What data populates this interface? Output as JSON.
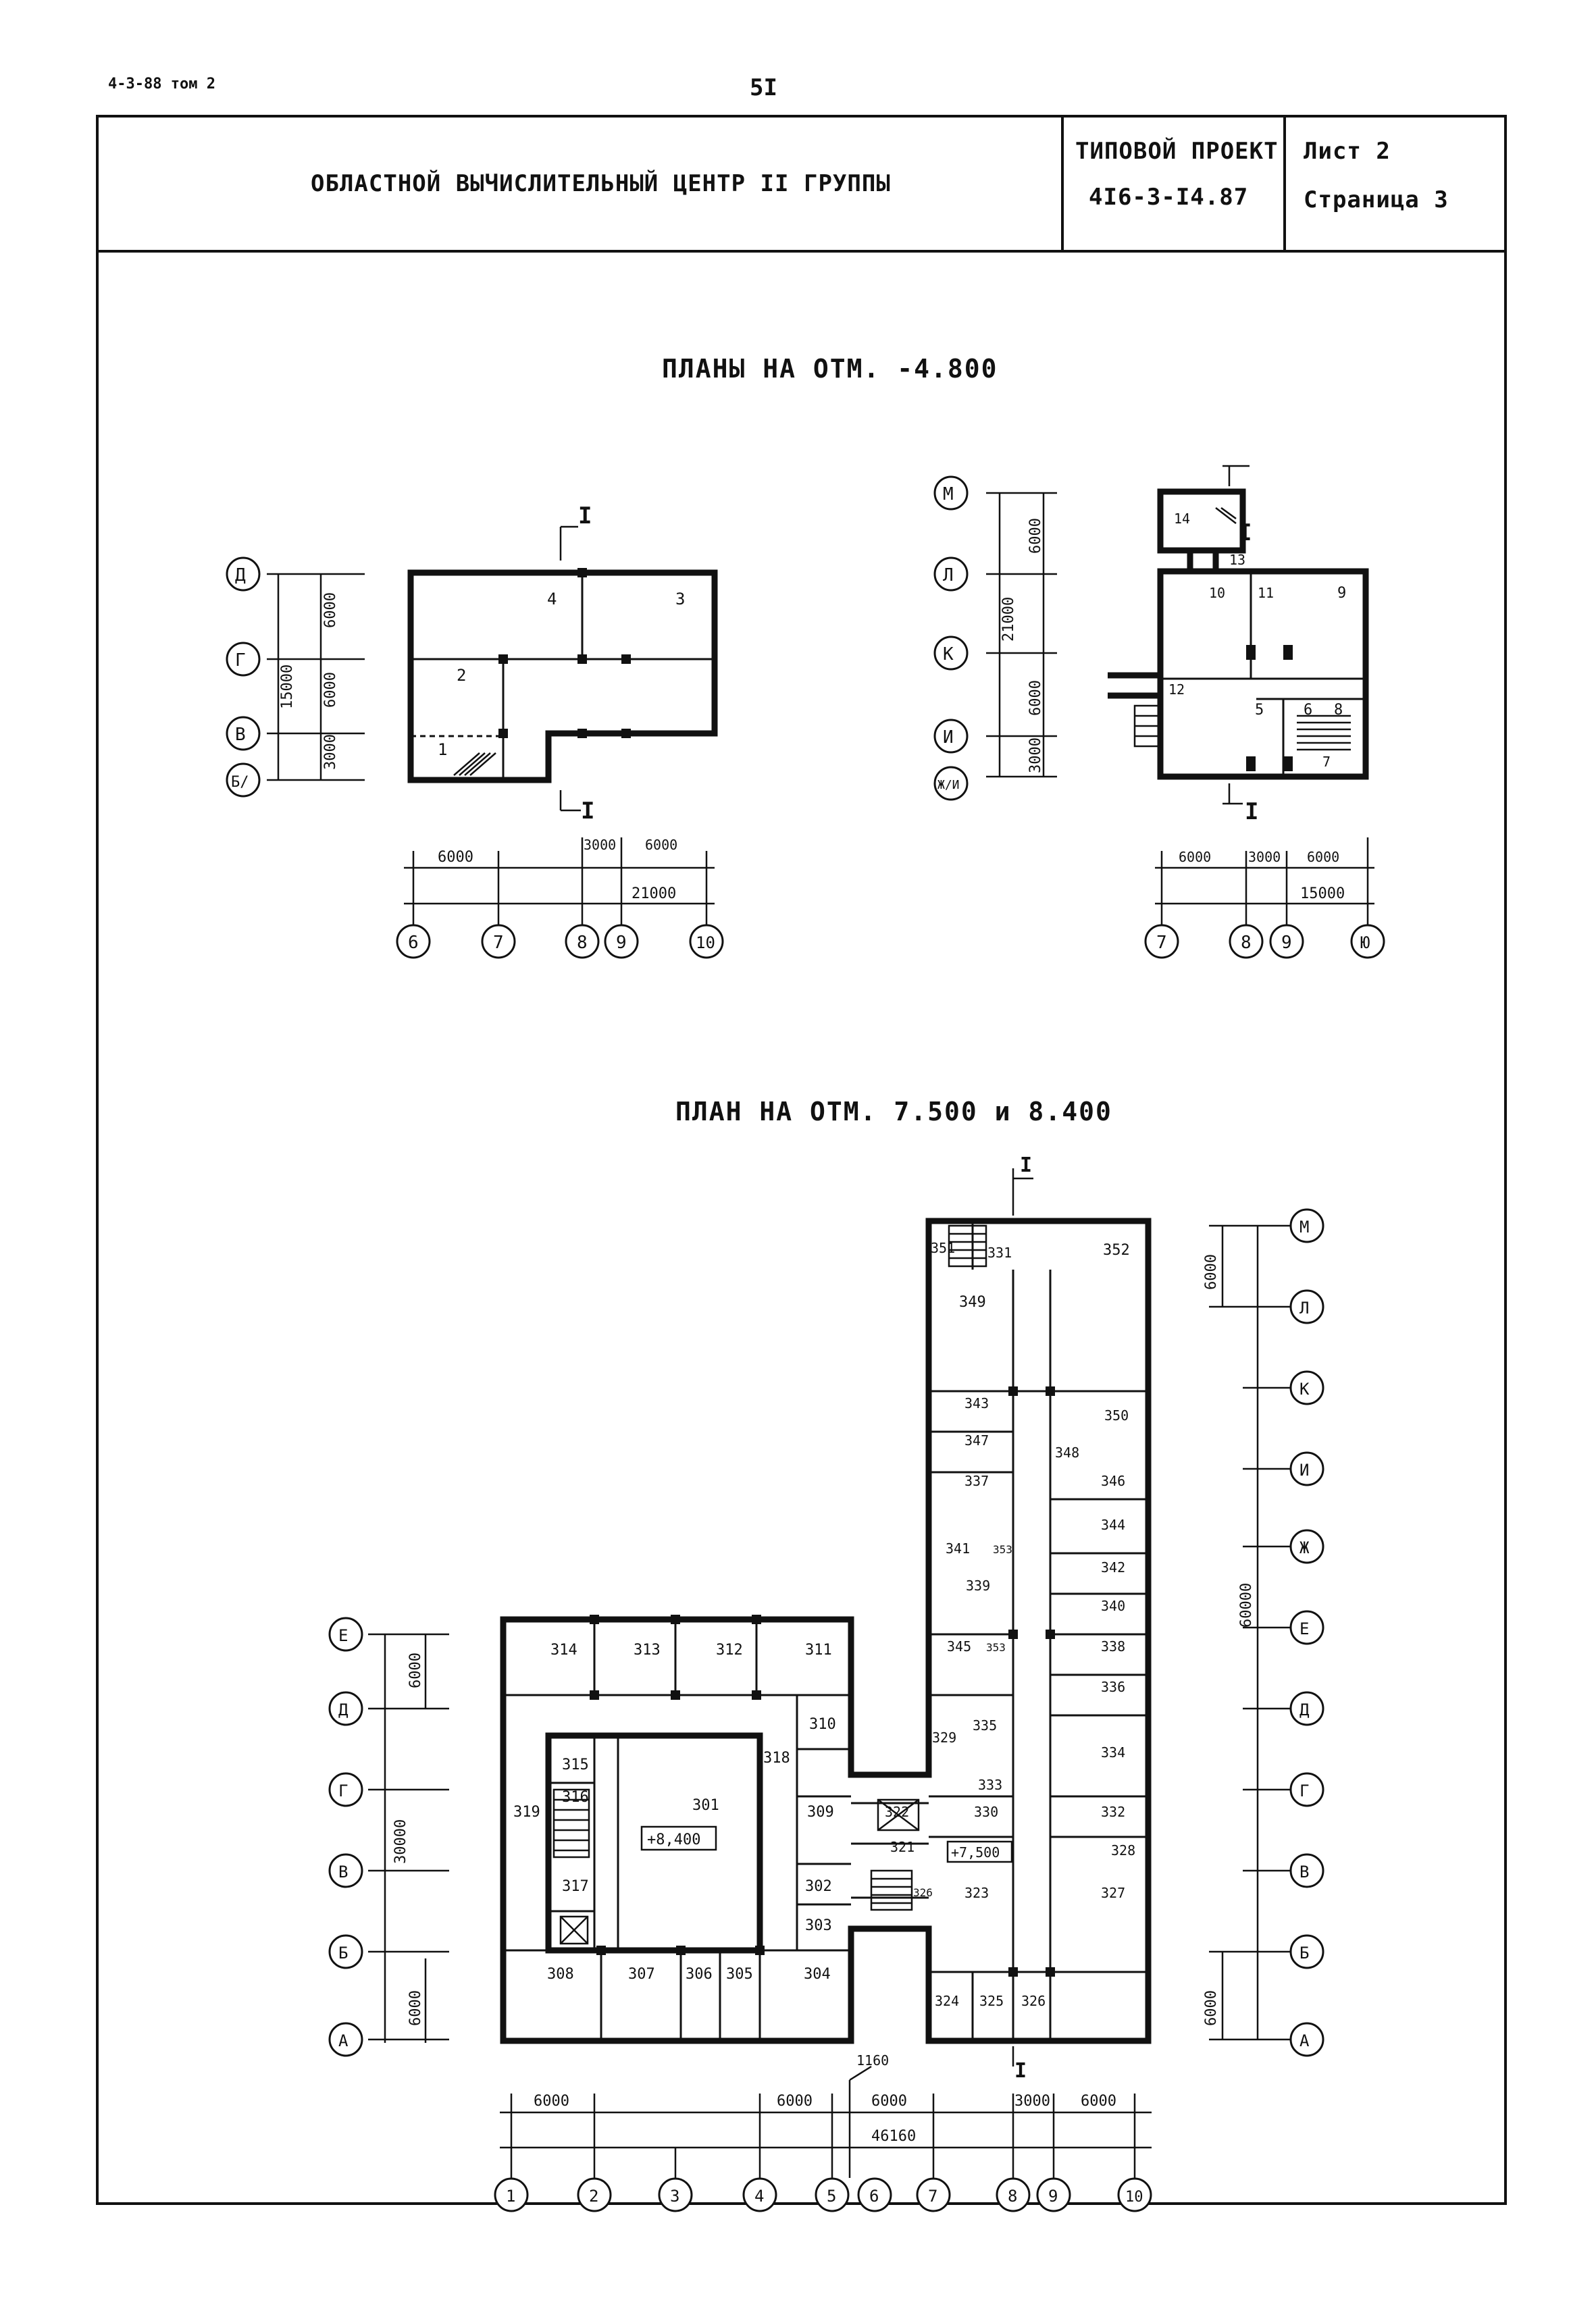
{
  "header": {
    "corner_ref": "4-3-88 том 2",
    "page_number": "5I",
    "title": "ОБЛАСТНОЙ ВЫЧИСЛИТЕЛЬНЫЙ ЦЕНТР II ГРУППЫ",
    "project_label": "ТИПОВОЙ ПРОЕКТ",
    "project_code": "4I6-3-I4.87",
    "sheet": "Лист 2",
    "page": "Страница 3"
  },
  "plan_top": {
    "heading": "ПЛАНЫ НА ОТМ. -4.800",
    "left": {
      "row_axes": [
        "Д",
        "Г",
        "В",
        "Б/"
      ],
      "row_dims": [
        "6000",
        "6000",
        "3000"
      ],
      "row_total": "15000",
      "col_axes": [
        "6",
        "7",
        "8",
        "9",
        "10"
      ],
      "col_dims": [
        "6000",
        "3000",
        "6000"
      ],
      "col_total": "21000",
      "section_mark": "I",
      "rooms": [
        "1",
        "2",
        "3",
        "4"
      ]
    },
    "right": {
      "row_axes": [
        "М",
        "Л",
        "К",
        "И",
        "Ж/И"
      ],
      "row_dims": [
        "6000",
        "6000",
        "3000"
      ],
      "row_total": "21000",
      "col_axes": [
        "7",
        "8",
        "9",
        "Ю"
      ],
      "col_dims": [
        "6000",
        "3000",
        "6000"
      ],
      "col_total": "15000",
      "section_mark": "I",
      "rooms": [
        "5",
        "6",
        "7",
        "8",
        "9",
        "10",
        "11",
        "12",
        "13",
        "14"
      ]
    }
  },
  "plan_bottom": {
    "heading": "ПЛАН НА ОТМ. 7.500 и 8.400",
    "section_mark": "I",
    "left_row_axes": [
      "Е",
      "Д",
      "Г",
      "В",
      "Б",
      "А"
    ],
    "left_row_dims": [
      "6000",
      "30000",
      "6000"
    ],
    "right_row_axes": [
      "М",
      "Л",
      "К",
      "И",
      "Ж",
      "Е",
      "Д",
      "Г",
      "В",
      "Б",
      "А"
    ],
    "right_row_dims": [
      "6000",
      "60000",
      "6000"
    ],
    "col_axes": [
      "1",
      "2",
      "3",
      "4",
      "5",
      "6",
      "7",
      "8",
      "9",
      "10"
    ],
    "col_dims": [
      "6000",
      "6000",
      "1160",
      "6000",
      "3000",
      "6000"
    ],
    "col_total": "46160",
    "levels": [
      "+8,400",
      "+7,500"
    ],
    "rooms_left": [
      "314",
      "313",
      "312",
      "311",
      "310",
      "318",
      "315",
      "316",
      "319",
      "301",
      "309",
      "317",
      "302",
      "303",
      "308",
      "307",
      "306",
      "305",
      "304"
    ],
    "rooms_right": [
      "351",
      "331",
      "352",
      "349",
      "343",
      "347",
      "350",
      "348",
      "337",
      "346",
      "344",
      "341",
      "353",
      "342",
      "339",
      "340",
      "345",
      "353",
      "338",
      "336",
      "329",
      "335",
      "334",
      "333",
      "330",
      "332",
      "322",
      "321",
      "328",
      "326",
      "323",
      "327",
      "324",
      "325",
      "326"
    ]
  }
}
